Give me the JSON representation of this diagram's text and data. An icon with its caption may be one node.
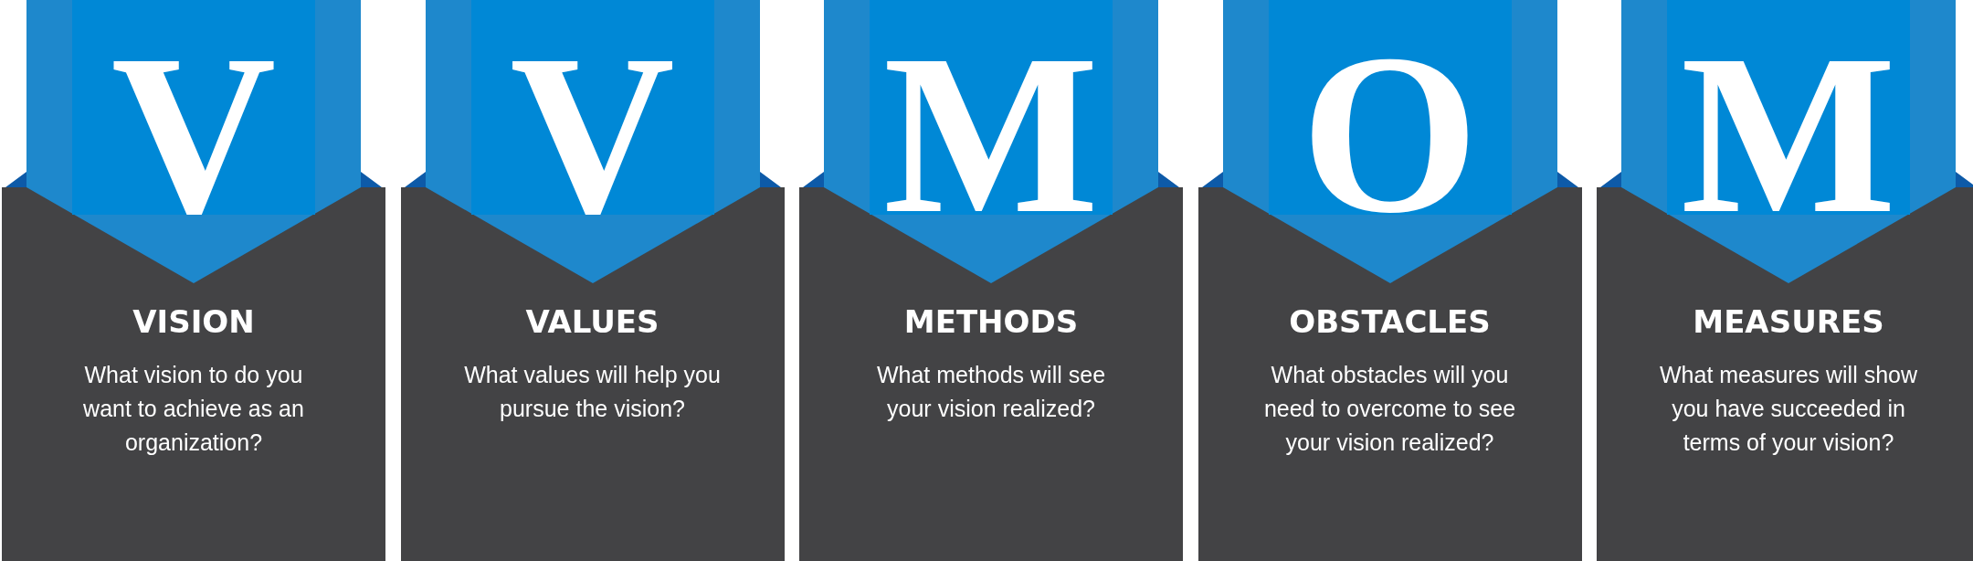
{
  "diagram": {
    "nodes": [
      {
        "text": [
          "V"
        ]
      },
      {
        "text": [
          "VISION",
          "What vision to do you want to achieve as an organization?"
        ]
      },
      {
        "text": [
          "V"
        ]
      },
      {
        "text": [
          "VALUES",
          "What values will help you pursue the vision?"
        ]
      },
      {
        "text": [
          "M"
        ]
      },
      {
        "text": [
          "METHODS",
          "What methods will see your vision realized?"
        ]
      },
      {
        "text": [
          "O"
        ]
      },
      {
        "text": [
          "OBSTACLES",
          "What obstacles will you need to overcome to see your vision realized?"
        ]
      },
      {
        "text": [
          "M"
        ]
      },
      {
        "text": [
          "MEASURES",
          "What measures will show you have succeeded in terms of your vision?"
        ]
      }
    ]
  }
}
